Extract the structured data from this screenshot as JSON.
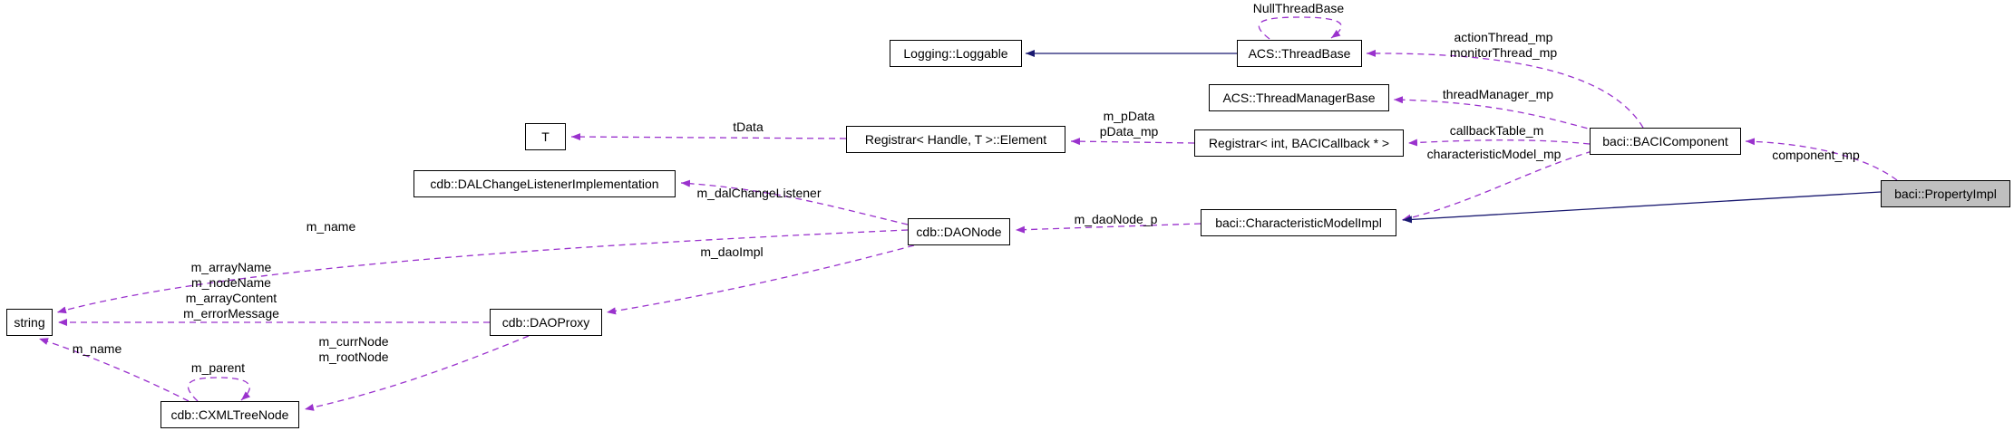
{
  "nodes": {
    "loggable": {
      "label": "Logging::Loggable"
    },
    "threadbase": {
      "label": "ACS::ThreadBase"
    },
    "threadmanager": {
      "label": "ACS::ThreadManagerBase"
    },
    "registrar_elem": {
      "label": "Registrar< Handle, T >::Element"
    },
    "t": {
      "label": "T"
    },
    "registrar_int": {
      "label": "Registrar< int, BACICallback * >"
    },
    "bacicomponent": {
      "label": "baci::BACIComponent"
    },
    "dallistener": {
      "label": "cdb::DALChangeListenerImplementation"
    },
    "propertyimpl": {
      "label": "baci::PropertyImpl"
    },
    "daonode": {
      "label": "cdb::DAONode"
    },
    "charmodel": {
      "label": "baci::CharacteristicModelImpl"
    },
    "string": {
      "label": "string"
    },
    "daoproxy": {
      "label": "cdb::DAOProxy"
    },
    "cxmltreenode": {
      "label": "cdb::CXMLTreeNode"
    }
  },
  "edge_labels": {
    "null_thread_base": "NullThreadBase",
    "action_monitor": "actionThread_mp\nmonitorThread_mp",
    "thread_manager": "threadManager_mp",
    "callback_table": "callbackTable_m",
    "characteristic_model": "characteristicModel_mp",
    "component_mp": "component_mp",
    "p_data": "m_pData\npData_mp",
    "t_data": "tData",
    "dal_change_listener": "m_dalChangeListener",
    "dao_node_p": "m_daoNode_p",
    "daonode_m_name": "m_name",
    "proxy_strings": "m_arrayName\nm_nodeName\nm_arrayContent\nm_errorMessage",
    "dao_impl": "m_daoImpl",
    "tree_m_name": "m_name",
    "curr_root_node": "m_currNode\nm_rootNode",
    "m_parent": "m_parent"
  },
  "colors": {
    "edge_usage": "#9a32cd",
    "edge_inheritance": "#191970",
    "node_fill": "#ffffff",
    "node_border": "#000000",
    "node_highlight": "#bfbfbf",
    "background": "#ffffff",
    "text": "#000000"
  }
}
